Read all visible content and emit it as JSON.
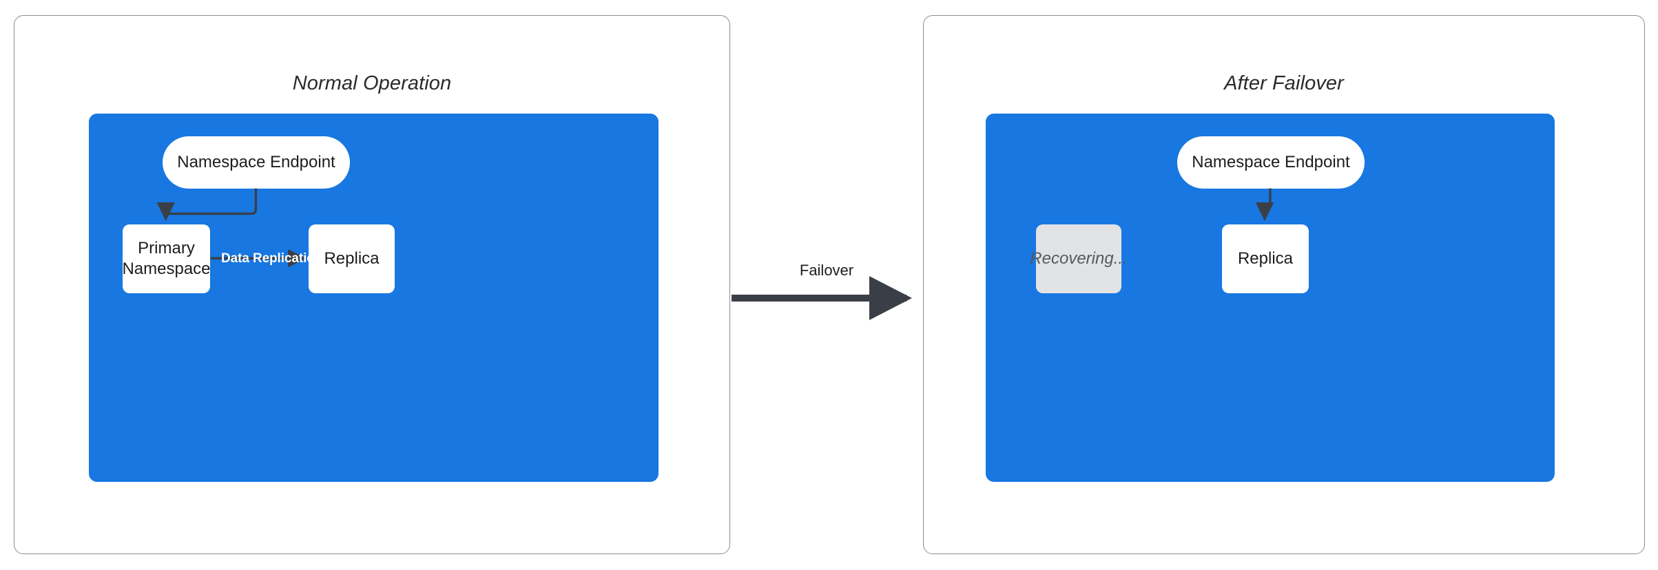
{
  "diagram": {
    "title_left": "Normal Operation",
    "title_right": "After Failover",
    "colors": {
      "cluster_blue": "#1877E0",
      "node_border": "#3a3f47",
      "node_fill": "#ffffff",
      "recovering_fill": "#e2e3e5",
      "panel_border": "#8d8d8d",
      "arrow_stroke": "#3a3f47",
      "edge_label_text": "#ffffff"
    }
  },
  "panels": [
    {
      "id": "normal-operation",
      "title": "Normal Operation",
      "nodes": [
        {
          "id": "endpoint-left",
          "label": "Namespace Endpoint",
          "shape": "stadium",
          "state": "active"
        },
        {
          "id": "primary-namespace",
          "label": "Primary\nNamespace",
          "label_lines": [
            "Primary",
            "Namespace"
          ],
          "shape": "rect",
          "state": "active"
        },
        {
          "id": "replica-left",
          "label": "Replica",
          "shape": "rect",
          "state": "active"
        }
      ],
      "edges": [
        {
          "id": "endpoint-to-primary",
          "from": "endpoint-left",
          "to": "primary-namespace",
          "label": "",
          "style": "elbow-arrow"
        },
        {
          "id": "primary-to-replica",
          "from": "primary-namespace",
          "to": "replica-left",
          "label": "Data Replication",
          "style": "straight-arrow"
        }
      ]
    },
    {
      "id": "after-failover",
      "title": "After Failover",
      "nodes": [
        {
          "id": "endpoint-right",
          "label": "Namespace Endpoint",
          "shape": "stadium",
          "state": "active"
        },
        {
          "id": "recovering",
          "label": "Recovering...",
          "shape": "rect",
          "state": "recovering"
        },
        {
          "id": "replica-right",
          "label": "Replica",
          "shape": "rect",
          "state": "active"
        }
      ],
      "edges": [
        {
          "id": "endpoint-to-replica",
          "from": "endpoint-right",
          "to": "replica-right",
          "label": "",
          "style": "elbow-arrow"
        }
      ]
    }
  ],
  "transition": {
    "id": "failover-transition",
    "label": "Failover",
    "direction": "left-to-right"
  }
}
